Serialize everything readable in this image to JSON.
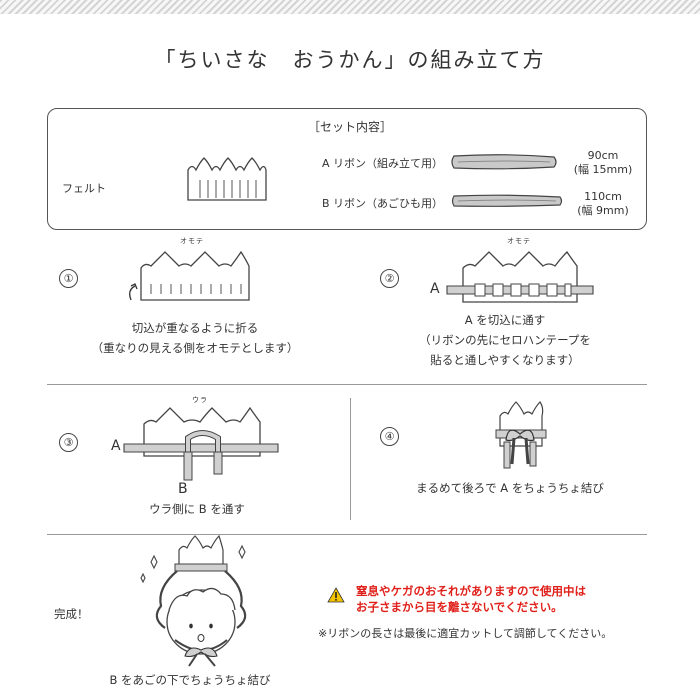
{
  "title": "「ちいさな　おうかん」の組み立て方",
  "kit": {
    "heading": "［セット内容］",
    "felt_label": "フェルト",
    "ribbon_a_label": "A リボン（組み立て用）",
    "ribbon_a_length": "90cm",
    "ribbon_a_width": "(幅 15mm)",
    "ribbon_b_label": "B リボン（あごひも用）",
    "ribbon_b_length": "110cm",
    "ribbon_b_width": "(幅 9mm)"
  },
  "steps": [
    {
      "number": "①",
      "caption_line1": "切込が重なるように折る",
      "caption_line2": "（重なりの見える側をオモテとします）",
      "side_label": "オモテ"
    },
    {
      "number": "②",
      "caption_line1": "A を切込に通す",
      "caption_line2": "（リボンの先にセロハンテープを",
      "caption_line3": "貼ると通しやすくなります）",
      "side_label": "オモテ",
      "ribbon_letter": "A"
    },
    {
      "number": "③",
      "caption_line1": "ウラ側に B を通す",
      "side_label": "ウラ",
      "ribbon_letter_a": "A",
      "ribbon_letter_b": "B"
    },
    {
      "number": "④",
      "caption_line1": "まるめて後ろで A をちょうちょ結び"
    }
  ],
  "complete": {
    "label": "完成！",
    "caption": "B をあごの下でちょうちょ結び"
  },
  "warning": {
    "icon": "warning-triangle-icon",
    "line1": "窒息やケガのおそれがありますので使用中は",
    "line2": "お子さまから目を離さないでください。",
    "color": "#e0201a"
  },
  "note": "※リボンの長さは最後に適宜カットして調節してください。"
}
